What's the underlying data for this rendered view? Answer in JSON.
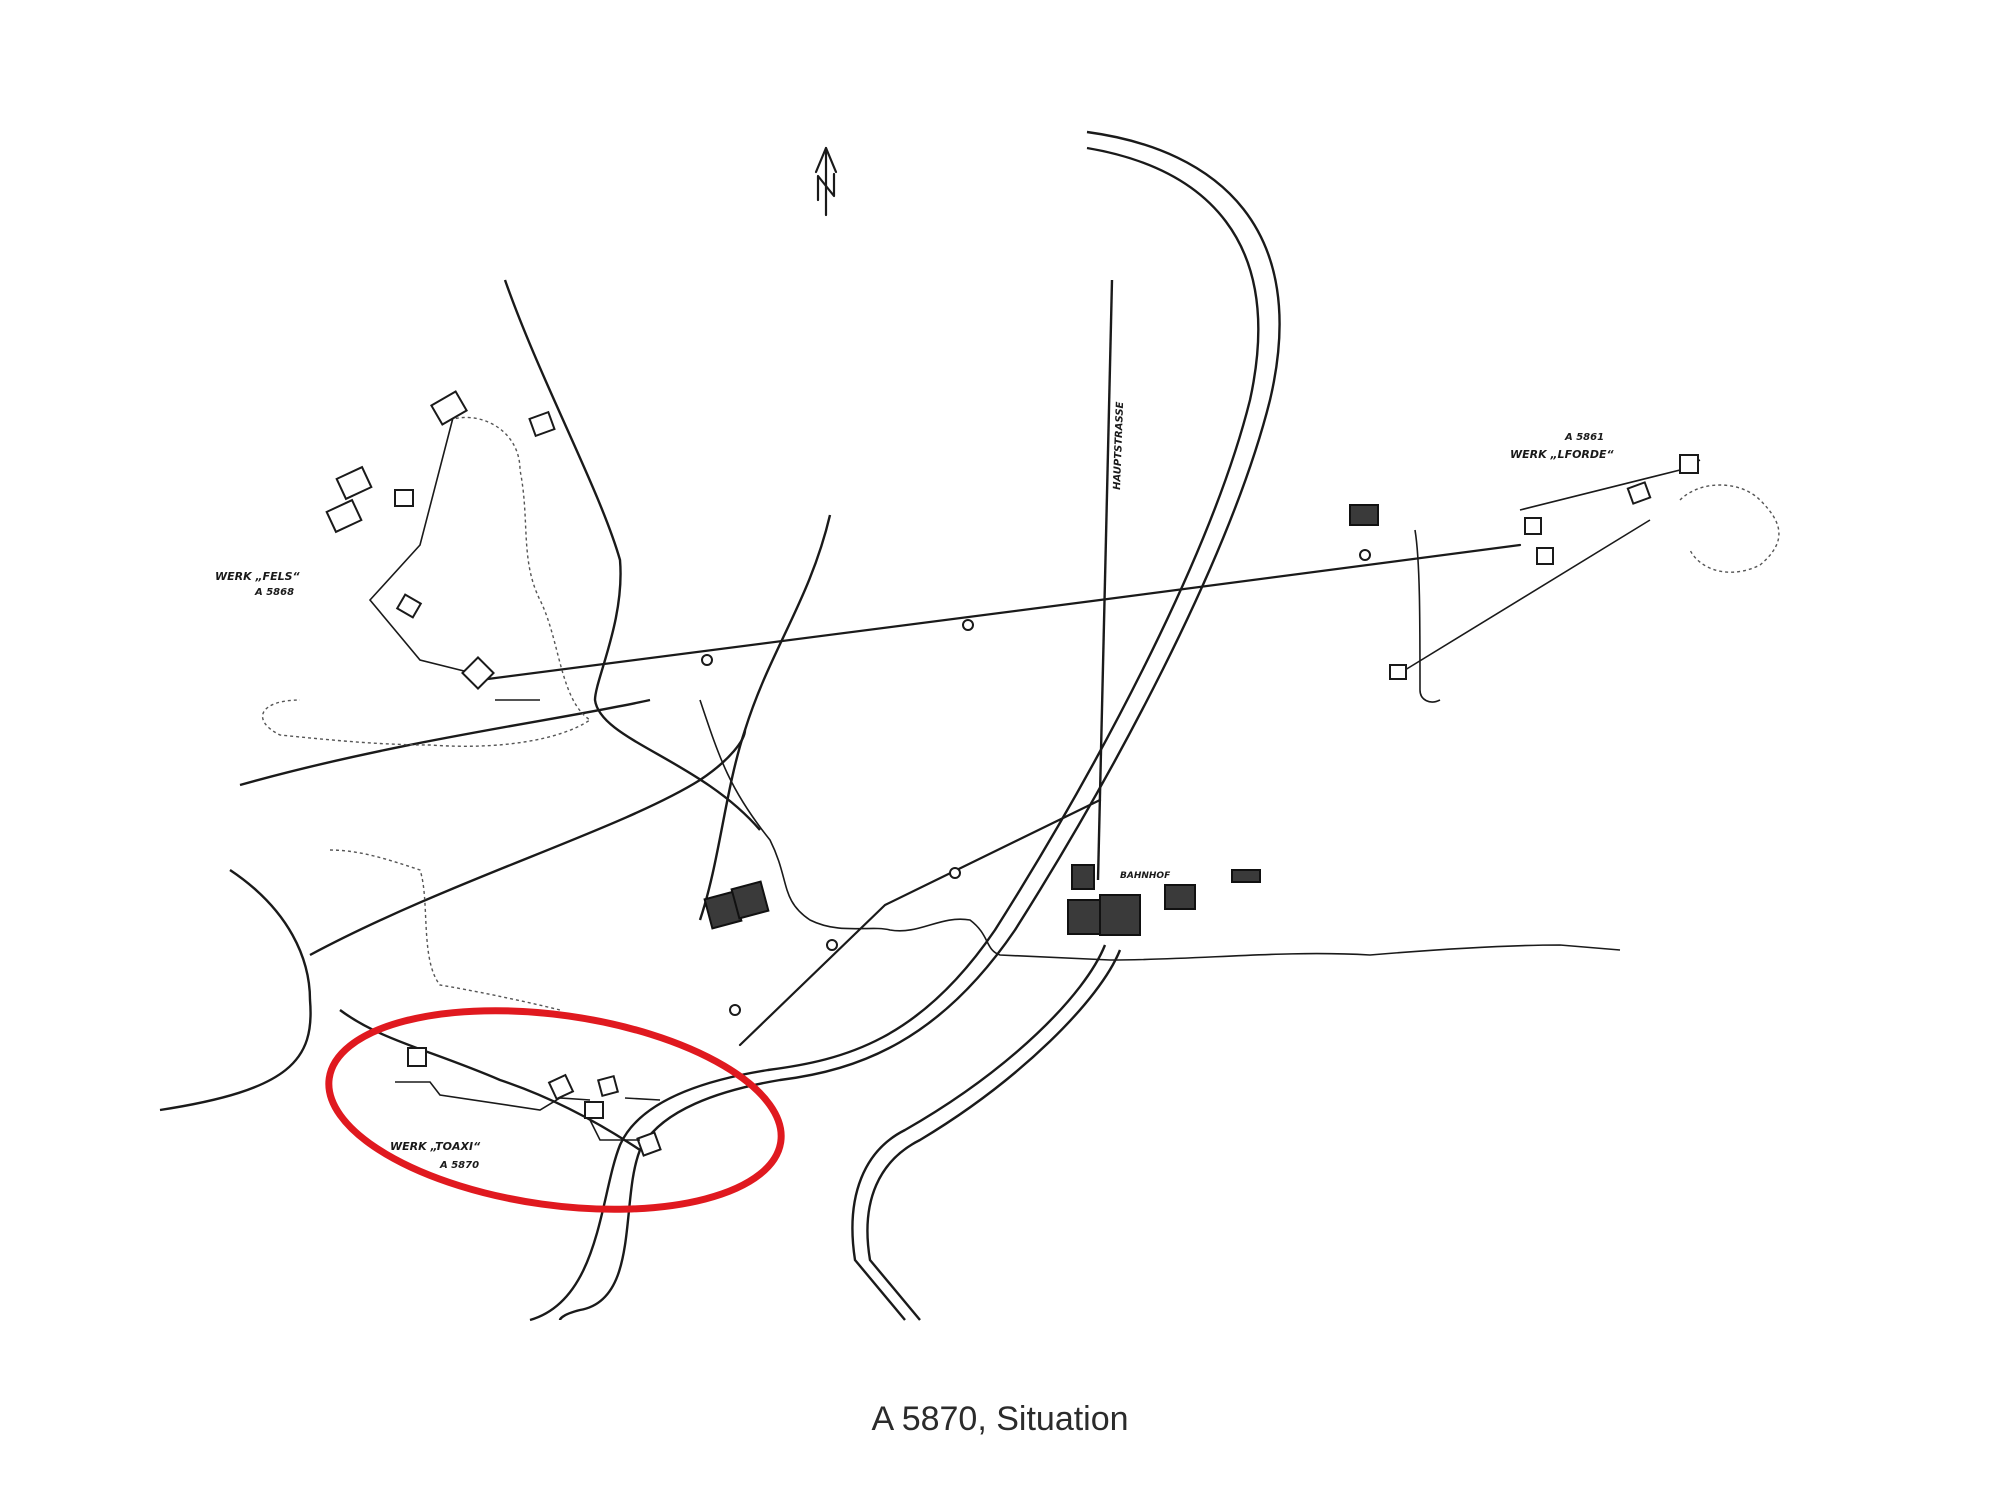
{
  "caption": "A 5870, Situation",
  "map": {
    "north_arrow_icon": "north-arrow-icon",
    "highlight_color": "#e0191f",
    "labels": {
      "werk_fels": "WERK „FELS“",
      "werk_fels_code": "A 5868",
      "werk_toaxi": "WERK „TOAXI“",
      "werk_toaxi_code": "A 5870",
      "werk_lforde": "WERK „LFORDE“",
      "werk_lforde_code": "A 5861",
      "road_vertical": "HAUPTSTRASSE",
      "station": "BAHNHOF"
    }
  }
}
